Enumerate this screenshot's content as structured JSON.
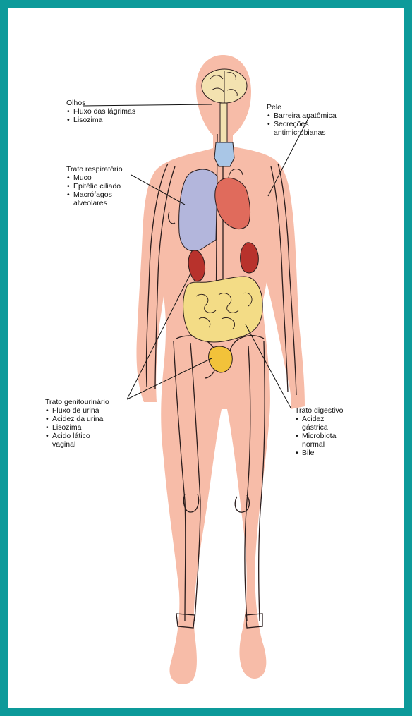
{
  "colors": {
    "frame": "#0d9a9a",
    "skin": "#f7bca8",
    "brain": "#f3e2b0",
    "trachea": "#a9c6e6",
    "lung": "#b3b6dc",
    "heart": "#e06b5c",
    "kidney": "#b8322c",
    "intestine": "#f3dc86",
    "bladder": "#f2c23a"
  },
  "labels": {
    "eyes": {
      "title": "Olhos",
      "items": [
        "Fluxo das lágrimas",
        "Lisozima"
      ]
    },
    "skin": {
      "title": "Pele",
      "items": [
        "Barreira anatômica",
        "Secreções",
        "antimicrobianas"
      ]
    },
    "respiratory": {
      "title": "Trato respiratório",
      "items": [
        "Muco",
        "Epitélio ciliado",
        "Macrófagos",
        "alveolares"
      ]
    },
    "genitourinary": {
      "title": "Trato genitourinário",
      "items": [
        "Fluxo de urina",
        "Acidez da urina",
        "Lisozima",
        "Ácido lático",
        "vaginal"
      ]
    },
    "digestive": {
      "title": "Trato digestivo",
      "items": [
        "Acidez",
        "gástrica",
        "Microbiota",
        "normal",
        "Bile"
      ]
    }
  }
}
